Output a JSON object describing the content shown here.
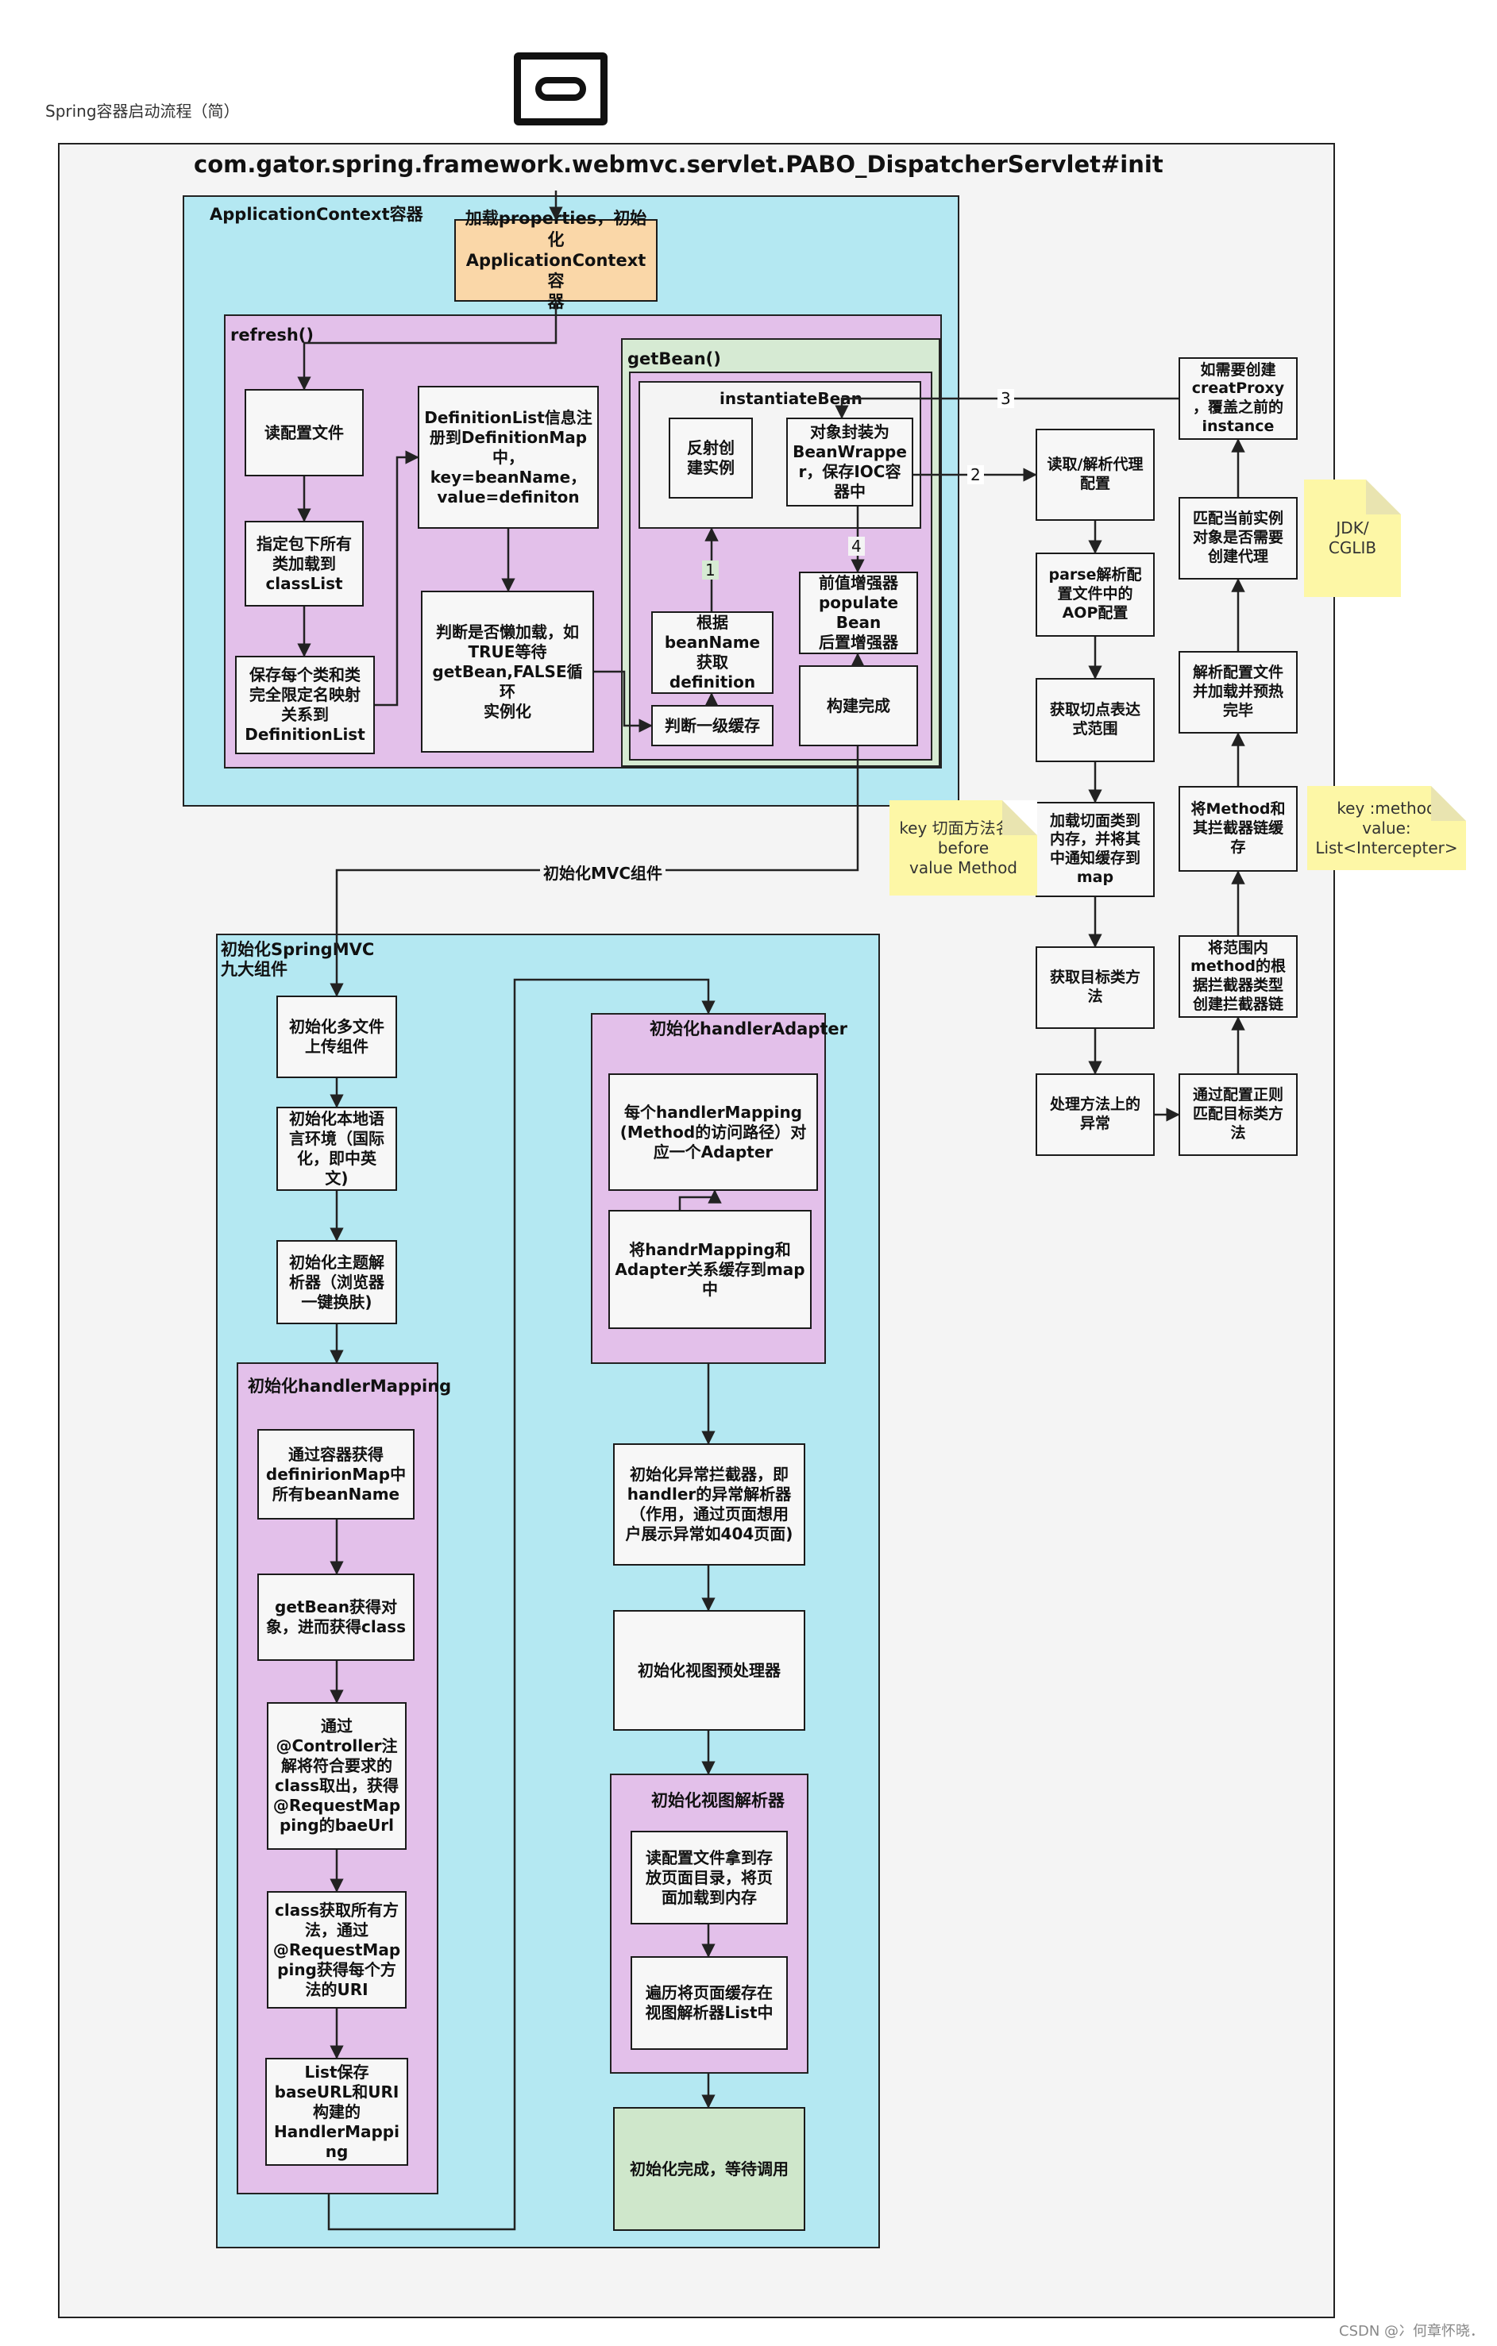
{
  "page": {
    "top_label": "Spring容器启动流程（简）",
    "main_title": "com.gator.spring.framework.webmvc.servlet.PABO_DispatcherServlet#init",
    "watermark": "CSDN @冫何章怀晓．",
    "logo_icon": "rounded-rectangle-logo-icon"
  },
  "app_context": {
    "title": "ApplicationContext容器",
    "load_props": "加载properties，初始化\nApplicationContext容\n器",
    "refresh": {
      "title": "refresh()",
      "read_config": "读配置文件",
      "scan_package": "指定包下所有\n类加载到\nclassList",
      "save_mapping": "保存每个类和类\n完全限定名映射\n关系到\nDefinitionList",
      "register_map": "DefinitionList信息注\n册到DefinitionMap\n中，\nkey=beanName，\nvalue=definiton",
      "lazy_check": "判断是否懒加载，如\nTRUE等待\ngetBean,FALSE循环\n实例化"
    },
    "getbean": {
      "title": "getBean()",
      "instantiate_title": "instantiateBean",
      "reflect": "反射创\n建实例",
      "wrap": "对象封装为\nBeanWrappe\nr，保存IOC容\n器中",
      "by_name": "根据\nbeanName\n获取\ndefinition",
      "check_cache": "判断一级缓存",
      "populate": "前值增强器\npopulate\nBean\n后置增强器",
      "build_done": "构建完成"
    }
  },
  "aop": {
    "read_proxy_config": "读取/解析代理\n配置",
    "parse_aop": "parse解析配\n置文件中的\nAOP配置",
    "get_pointcut": "获取切点表达\n式范围",
    "load_classes": "加载切面类到\n内存，并将其\n中通知缓存到\nmap",
    "get_target": "获取目标类方\n法",
    "handle_exception": "处理方法上的\n异常",
    "match_regex": "通过配置正则\n匹配目标类方\n法",
    "build_chain": "将范围内\nmethod的根\n据拦截器类型\n创建拦截器链",
    "cache_chain": "将Method和\n其拦截器链缓\n存",
    "parse_preheat": "解析配置文件\n并加载并预热\n完毕",
    "need_proxy": "匹配当前实例\n对象是否需要\n创建代理",
    "create_proxy": "如需要创建\ncreatProxy\n，覆盖之前的\ninstance"
  },
  "notes": {
    "jdk_cglib": "JDK/\nCGLIB",
    "key_method": "key :method\nvalue:\nList<Intercepter>",
    "key_aspect": "key 切面方法名如\nbefore\nvalue Method"
  },
  "edges": {
    "edge_1": "1",
    "edge_2": "2",
    "edge_3": "3",
    "edge_4": "4",
    "init_mvc": "初始化MVC组件"
  },
  "springmvc": {
    "title": "初始化SpringMVC\n九大组件",
    "multipart": "初始化多文件\n上传组件",
    "locale": "初始化本地语\n言环境（国际\n化，即中英\n文)",
    "theme": "初始化主题解\n析器（浏览器\n一键换肤)",
    "handler_mapping": {
      "title": "初始化handlerMapping",
      "step1": "通过容器获得\ndefinirionMap中\n所有beanName",
      "step2": "getBean获得对\n象，进而获得class",
      "step3": "通过\n@Controller注\n解将符合要求的\nclass取出，获得\n@RequestMap\nping的baeUrl",
      "step4": "class获取所有方\n法，通过\n@RequestMap\nping获得每个方\n法的URI",
      "step5": "List保存\nbaseURL和URI\n构建的\nHandlerMappi\nng"
    },
    "handler_adapter": {
      "title": "初始化handlerAdapter",
      "step1": "每个handlerMapping\n(Method的访问路径）对\n应一个Adapter",
      "step2": "将handrMapping和\nAdapter关系缓存到map\n中"
    },
    "exception_resolver": "初始化异常拦截器，即\nhandler的异常解析器\n（作用，通过页面想用\n户展示异常如404页面)",
    "view_preprocessor": "初始化视图预处理器",
    "view_resolver": {
      "title": "初始化视图解析器",
      "step1": "读配置文件拿到存\n放页面目录，将页\n面加载到内存",
      "step2": "遍历将页面缓存在\n视图解析器List中"
    },
    "done": "初始化完成，等待调用"
  },
  "colors": {
    "cyan": "#b4e8f2",
    "purple": "#e3c0ea",
    "green": "#d6ead3",
    "peach": "#fad7a8",
    "sticky": "#fdf7a6",
    "outer_bg": "#f4f4f4"
  }
}
